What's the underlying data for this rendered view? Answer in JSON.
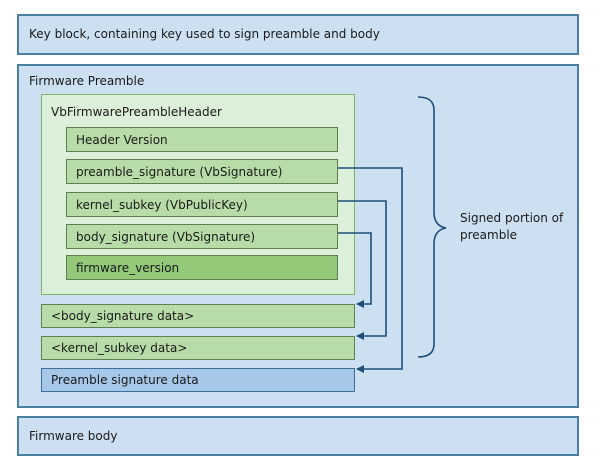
{
  "key_block": {
    "label": "Key block, containing key used to sign preamble and body"
  },
  "firmware_preamble": {
    "label": "Firmware Preamble",
    "header": {
      "label": "VbFirmwarePreambleHeader",
      "fields": [
        "Header Version",
        "preamble_signature (VbSignature)",
        "kernel_subkey (VbPublicKey)",
        "body_signature (VbSignature)",
        "firmware_version"
      ]
    },
    "data_blocks": [
      "<body_signature data>",
      "<kernel_subkey data>",
      "Preamble signature data"
    ],
    "signed_portion_label": "Signed portion of\npreamble"
  },
  "firmware_body": {
    "label": "Firmware body"
  },
  "colors": {
    "outer_fill": "#cce0f2",
    "outer_border": "#4a7fa8",
    "header_fill": "#dcefd8",
    "field_fill": "#b8dca8",
    "field_dark_fill": "#93c978",
    "blue_fill": "#a6c8e8",
    "arrow": "#1f4e79"
  }
}
